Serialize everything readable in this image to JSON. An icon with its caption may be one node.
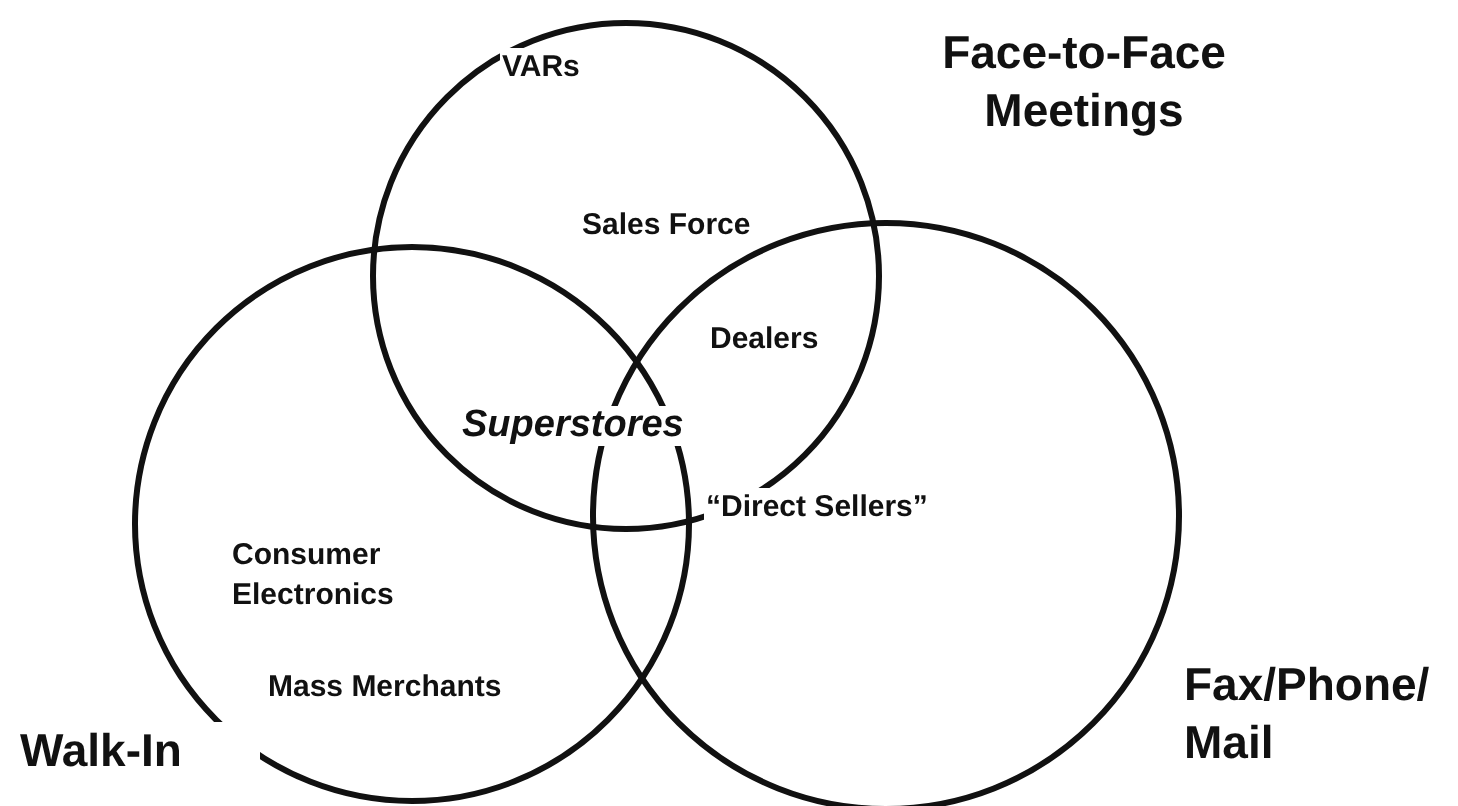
{
  "diagram": {
    "nodes": [
      {
        "text": [
          "Face-to-Face Meetings"
        ]
      },
      {
        "text": [
          "Walk-In"
        ]
      },
      {
        "text": [
          "Fax/Phone/ Mail"
        ]
      }
    ],
    "labels": [
      "VARs",
      "Sales Force",
      "Dealers",
      "Superstores",
      "“Direct Sellers”",
      "Consumer Electronics",
      "Mass Merchants"
    ]
  }
}
